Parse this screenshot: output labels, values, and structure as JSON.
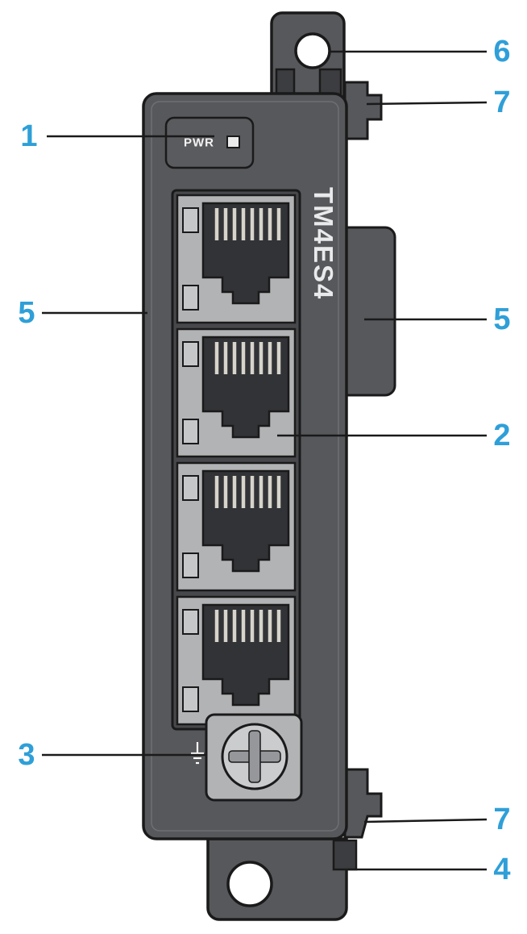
{
  "diagram": {
    "module_label": "TM4ES4",
    "power_led_label": "PWR",
    "callouts": {
      "power_led": "1",
      "ethernet_port": "2",
      "ground_screw": "3",
      "bottom_clip": "4",
      "body_left": "5",
      "body_right": "5",
      "mounting_hole": "6",
      "top_clip": "7",
      "bottom_right_clip": "7"
    },
    "colors": {
      "callout_blue": "#2f9fd8",
      "module_gray": "#57585b",
      "recess_gray": "#47484b",
      "port_frame_gray": "#b2b3b5",
      "outline_black": "#1a1a1b",
      "background": "#ffffff"
    }
  }
}
